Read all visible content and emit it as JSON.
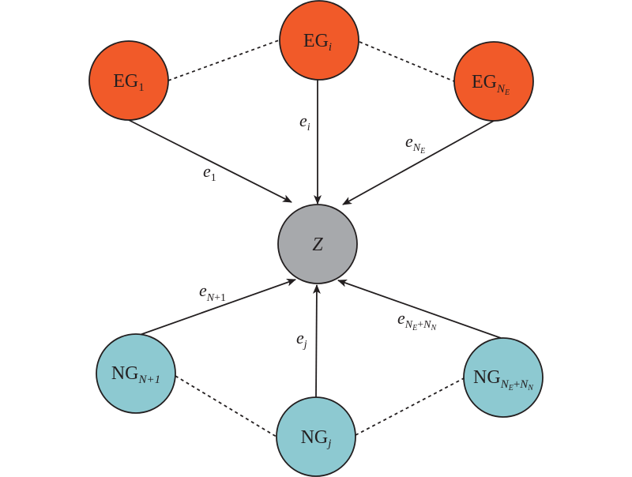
{
  "colors": {
    "eg_fill": "#F15A29",
    "z_fill": "#A7A9AC",
    "ng_fill": "#8DC9D1",
    "stroke": "#231f20"
  },
  "nodes": {
    "eg1": {
      "base": "EG",
      "sub": "1"
    },
    "egi": {
      "base": "EG",
      "sub": "i"
    },
    "egne": {
      "base": "EG",
      "sub": "N",
      "subsub": "E"
    },
    "z": {
      "base": "Z"
    },
    "ngn1": {
      "base": "NG",
      "sub": "N+1"
    },
    "ngj": {
      "base": "NG",
      "sub": "j"
    },
    "ngnenn": {
      "base": "NG",
      "sub1": "N",
      "subsub1": "E",
      "plus": "+",
      "sub2": "N",
      "subsub2": "N"
    }
  },
  "edges": {
    "e1": {
      "base": "e",
      "sub": "1"
    },
    "ei": {
      "base": "e",
      "sub": "i"
    },
    "ene": {
      "base": "e",
      "sub": "N",
      "subsub": "E"
    },
    "en1": {
      "base": "e",
      "sub": "N",
      "plus": "+1"
    },
    "ej": {
      "base": "e",
      "sub": "j"
    },
    "enenn": {
      "base": "e",
      "sub1": "N",
      "subsub1": "E",
      "plus": "+",
      "sub2": "N",
      "subsub2": "N"
    }
  }
}
